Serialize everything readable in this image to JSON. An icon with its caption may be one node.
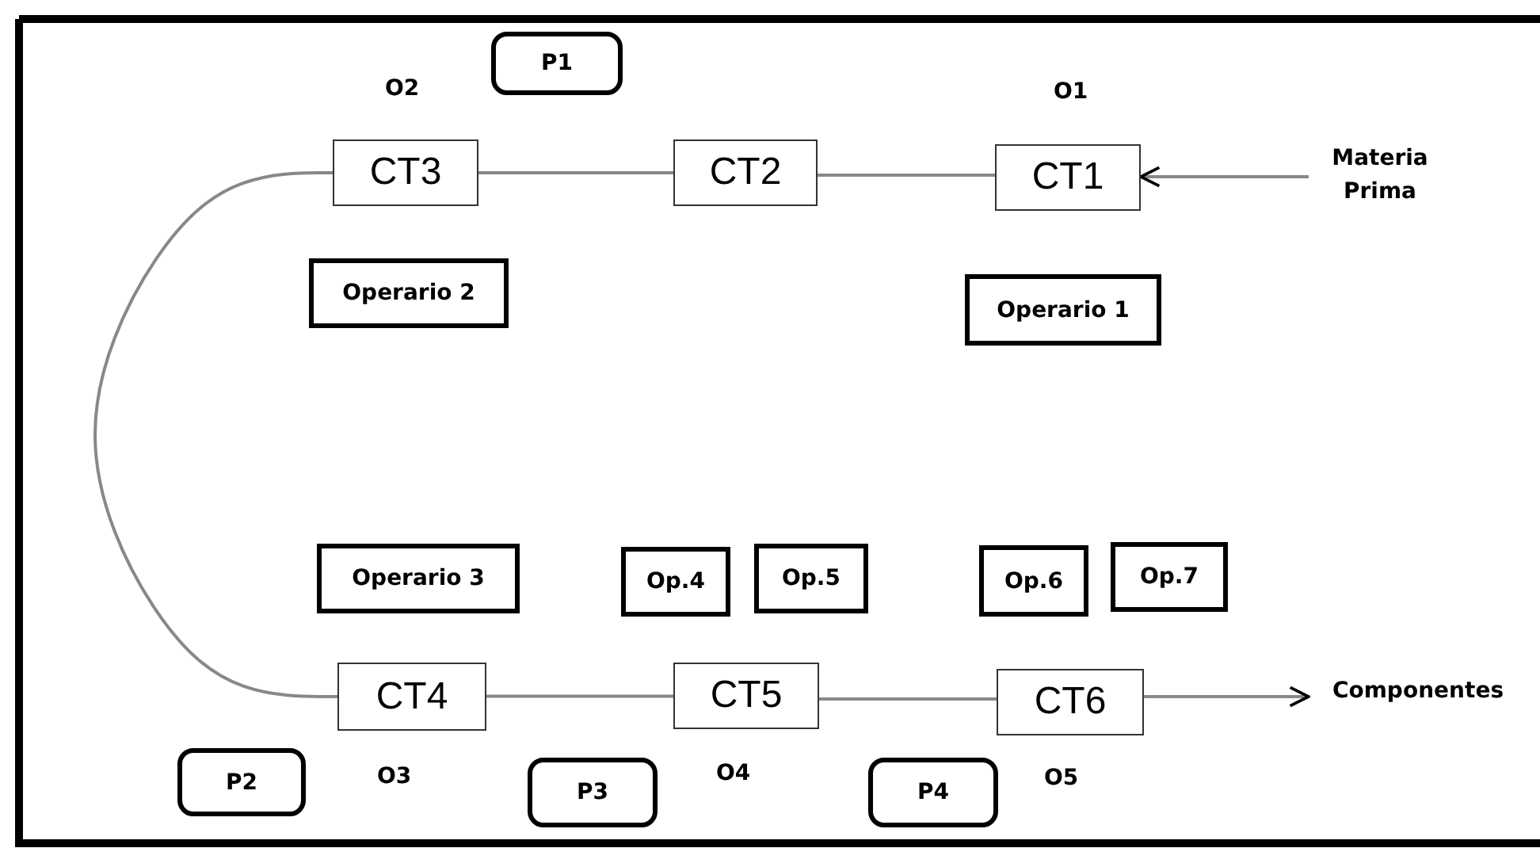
{
  "diagram": {
    "nodes": [
      {
        "text": [
          "P1"
        ]
      },
      {
        "text": [
          "CT3"
        ]
      },
      {
        "text": [
          "CT2"
        ]
      },
      {
        "text": [
          "CT1"
        ]
      },
      {
        "text": [
          "Materia Prima"
        ]
      },
      {
        "text": [
          "Operario 2"
        ]
      },
      {
        "text": [
          "Operario 1"
        ]
      },
      {
        "text": [
          "Operario 3"
        ]
      },
      {
        "text": [
          "Op.4"
        ]
      },
      {
        "text": [
          "Op.5"
        ]
      },
      {
        "text": [
          "Op.6"
        ]
      },
      {
        "text": [
          "Op.7"
        ]
      },
      {
        "text": [
          "CT4"
        ]
      },
      {
        "text": [
          "CT5"
        ]
      },
      {
        "text": [
          "CT6"
        ]
      },
      {
        "text": [
          "Componentes"
        ]
      },
      {
        "text": [
          "P2"
        ]
      },
      {
        "text": [
          "P3"
        ]
      },
      {
        "text": [
          "P4"
        ]
      }
    ],
    "edges": [
      {
        "from": 4,
        "to": 3,
        "arrow": "to"
      },
      {
        "from": 3,
        "to": 2,
        "arrow": "none"
      },
      {
        "from": 2,
        "to": 1,
        "arrow": "none"
      },
      {
        "from": 1,
        "to": 12,
        "arrow": "none"
      },
      {
        "from": 12,
        "to": 13,
        "arrow": "none"
      },
      {
        "from": 13,
        "to": 14,
        "arrow": "none"
      },
      {
        "from": 14,
        "to": 15,
        "arrow": "to"
      }
    ],
    "labels": [
      "O2",
      "O1",
      "O3",
      "O4",
      "O5"
    ]
  }
}
